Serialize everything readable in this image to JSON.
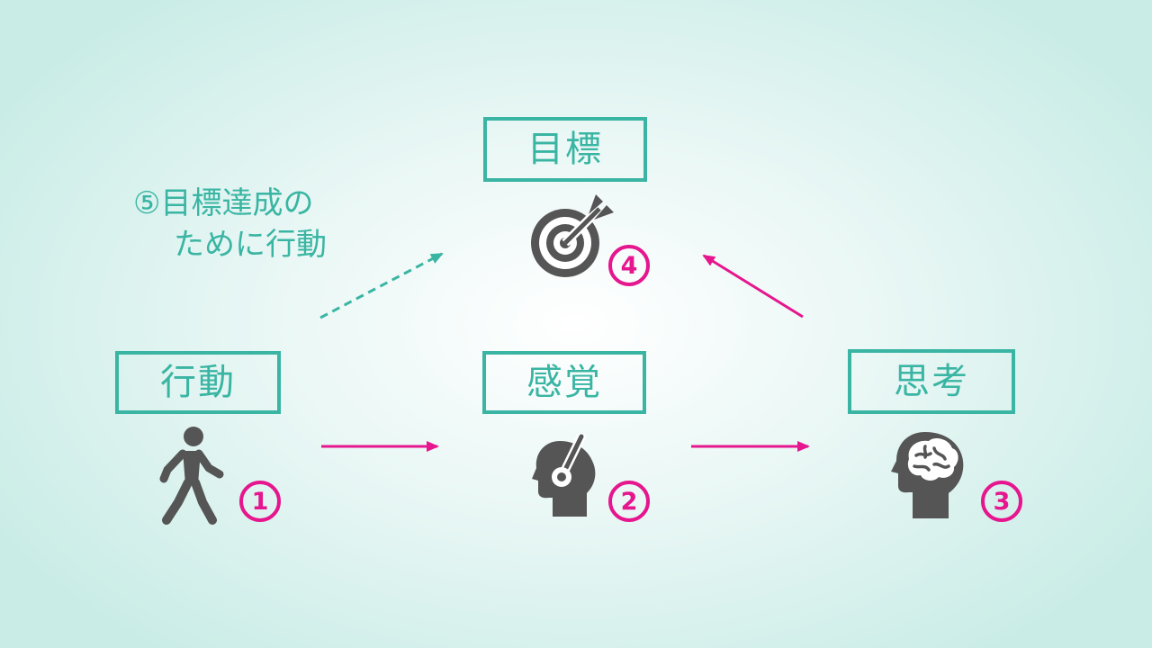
{
  "nodes": {
    "goal": {
      "label": "目標",
      "number": "4"
    },
    "action": {
      "label": "行動",
      "number": "1"
    },
    "sense": {
      "label": "感覚",
      "number": "2"
    },
    "thought": {
      "label": "思考",
      "number": "3"
    }
  },
  "annotation": {
    "line1": "⑤目標達成の",
    "line2": "ために行動"
  },
  "colors": {
    "teal": "#3ab5a3",
    "magenta": "#e5168e",
    "icon_gray": "#555555"
  },
  "icons": {
    "goal": "target-arrow-icon",
    "action": "walking-person-icon",
    "sense": "head-headset-icon",
    "thought": "head-brain-icon"
  }
}
